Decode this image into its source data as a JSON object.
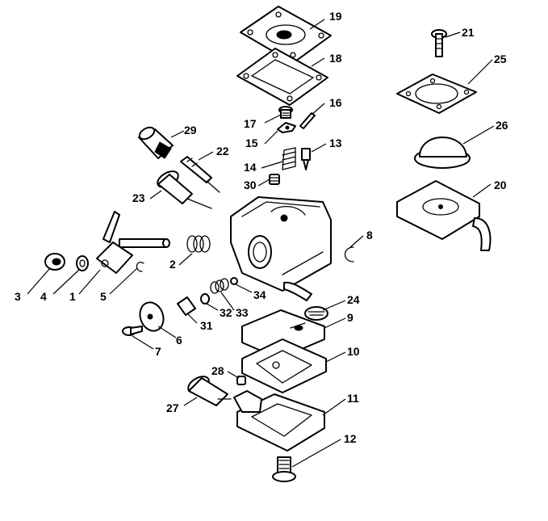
{
  "colors": {
    "ink": "#000000",
    "paper": "#ffffff"
  },
  "callouts": [
    {
      "id": "c1",
      "text": "1"
    },
    {
      "id": "c2",
      "text": "2"
    },
    {
      "id": "c3",
      "text": "3"
    },
    {
      "id": "c4",
      "text": "4"
    },
    {
      "id": "c5",
      "text": "5"
    },
    {
      "id": "c6",
      "text": "6"
    },
    {
      "id": "c7",
      "text": "7"
    },
    {
      "id": "c8",
      "text": "8"
    },
    {
      "id": "c9",
      "text": "9"
    },
    {
      "id": "c10",
      "text": "10"
    },
    {
      "id": "c11",
      "text": "11"
    },
    {
      "id": "c12",
      "text": "12"
    },
    {
      "id": "c13",
      "text": "13"
    },
    {
      "id": "c14",
      "text": "14"
    },
    {
      "id": "c15",
      "text": "15"
    },
    {
      "id": "c16",
      "text": "16"
    },
    {
      "id": "c17",
      "text": "17"
    },
    {
      "id": "c18",
      "text": "18"
    },
    {
      "id": "c19",
      "text": "19"
    },
    {
      "id": "c20",
      "text": "20"
    },
    {
      "id": "c21",
      "text": "21"
    },
    {
      "id": "c22",
      "text": "22"
    },
    {
      "id": "c23",
      "text": "23"
    },
    {
      "id": "c24",
      "text": "24"
    },
    {
      "id": "c25",
      "text": "25"
    },
    {
      "id": "c26",
      "text": "26"
    },
    {
      "id": "c27",
      "text": "27"
    },
    {
      "id": "c28",
      "text": "28"
    },
    {
      "id": "c29",
      "text": "29"
    },
    {
      "id": "c30",
      "text": "30"
    },
    {
      "id": "c31",
      "text": "31"
    },
    {
      "id": "c32",
      "text": "32"
    },
    {
      "id": "c33",
      "text": "33"
    },
    {
      "id": "c34",
      "text": "34"
    }
  ]
}
